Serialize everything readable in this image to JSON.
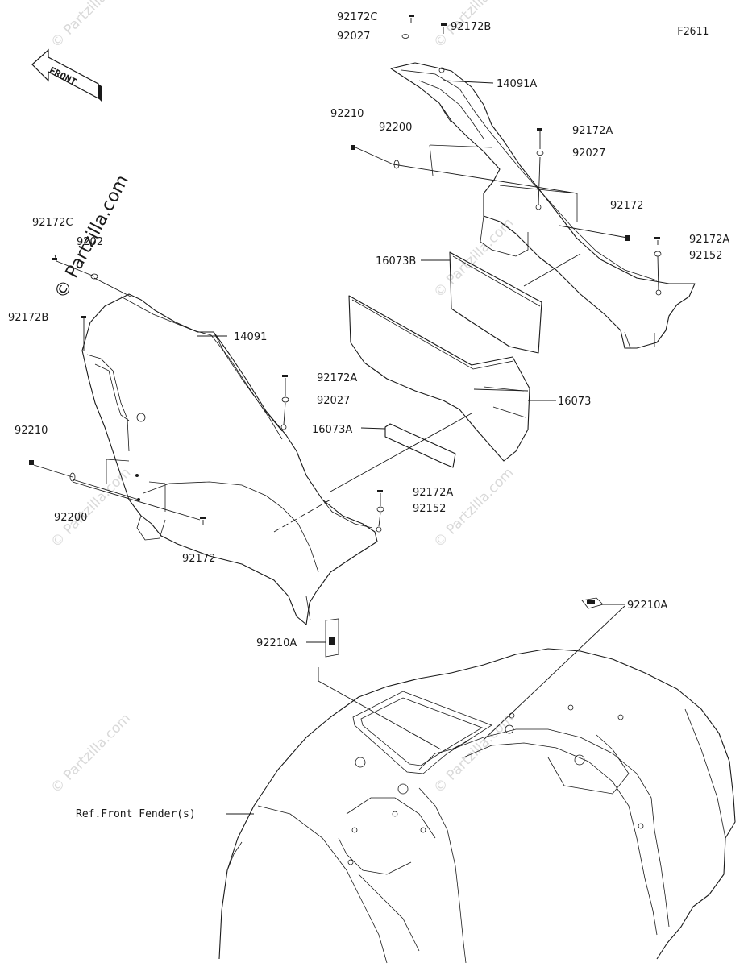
{
  "diagram": {
    "figure_code": "F2611",
    "front_label": "FRONT",
    "watermark_side": "© Partzilla.com",
    "watermark": "© Partzilla.com",
    "ref_label": "Ref.Front Fender(s)",
    "labels": {
      "l92172C_top": "92172C",
      "l92172B_top": "92172B",
      "l92027_top": "92027",
      "l14091A": "14091A",
      "l92210_top": "92210",
      "l92200_top": "92200",
      "l92172A_r1": "92172A",
      "l92027_r1": "92027",
      "l92172_r": "92172",
      "l92172A_r2": "92172A",
      "l92152_r": "92152",
      "l16073B": "16073B",
      "l92172C_left": "92172C",
      "l92027_left": "9202",
      "l92172B_left": "92172B",
      "l14091": "14091",
      "l92172A_mid": "92172A",
      "l92027_mid": "92027",
      "l16073": "16073",
      "l16073A": "16073A",
      "l92210_left": "92210",
      "l92200_left": "92200",
      "l92172_left": "92172",
      "l92172A_low": "92172A",
      "l92152_low": "92152",
      "l92210A_r": "92210A",
      "l92210A_l": "92210A"
    }
  }
}
